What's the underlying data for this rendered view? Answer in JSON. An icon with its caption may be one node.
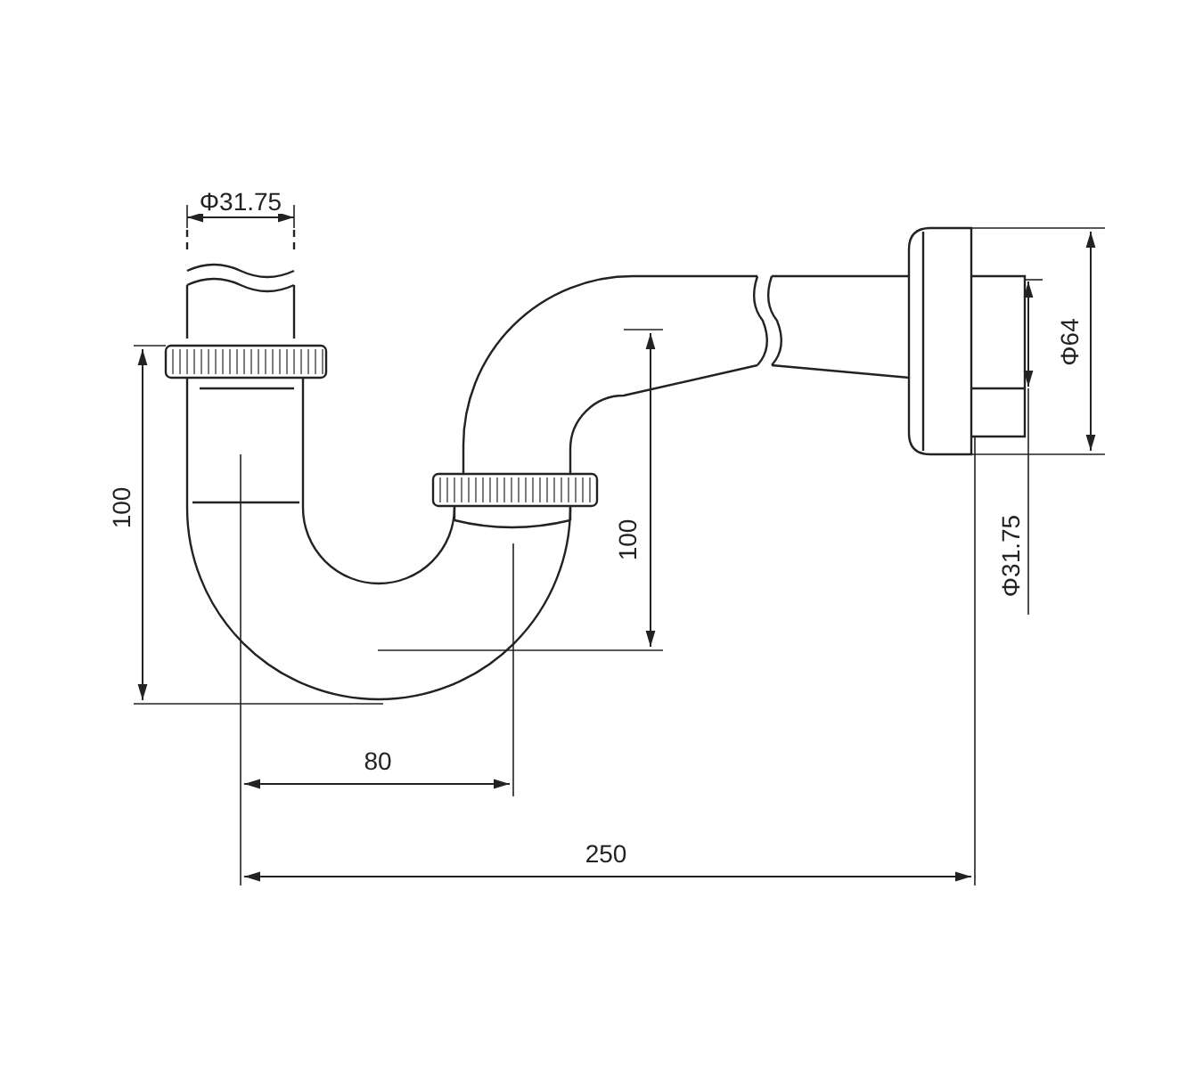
{
  "diagram": {
    "labels": [
      "Φ31.75",
      "Φ64",
      "100",
      "100",
      "Φ31.75",
      "80",
      "250"
    ]
  }
}
